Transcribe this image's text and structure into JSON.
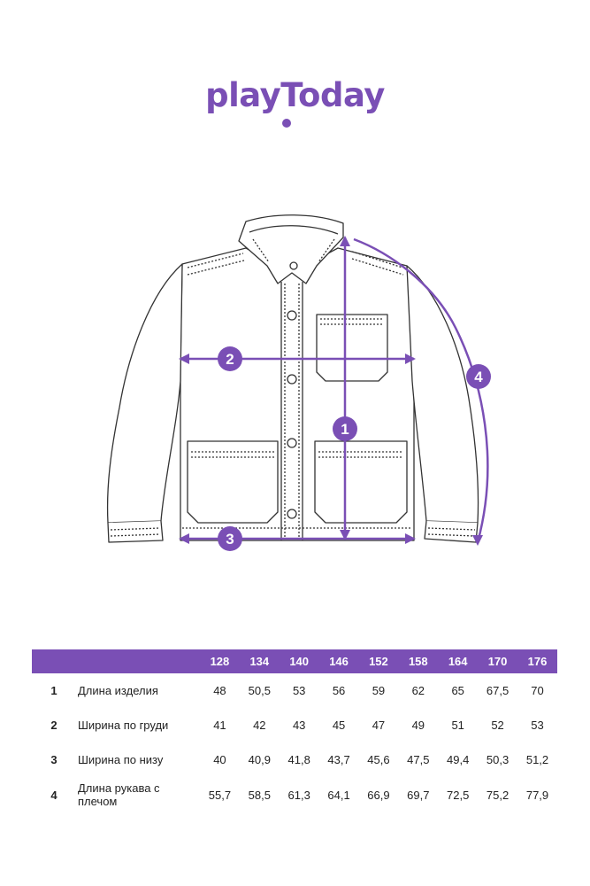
{
  "brand": {
    "logo_text": "playToday",
    "accent_color": "#7a4fb5"
  },
  "diagram": {
    "product": "jacket-technical-drawing",
    "markers": [
      "1",
      "2",
      "3",
      "4"
    ]
  },
  "size_table": {
    "sizes": [
      "128",
      "134",
      "140",
      "146",
      "152",
      "158",
      "164",
      "170",
      "176"
    ],
    "rows": [
      {
        "num": "1",
        "label": "Длина изделия",
        "values": [
          "48",
          "50,5",
          "53",
          "56",
          "59",
          "62",
          "65",
          "67,5",
          "70"
        ]
      },
      {
        "num": "2",
        "label": "Ширина по груди",
        "values": [
          "41",
          "42",
          "43",
          "45",
          "47",
          "49",
          "51",
          "52",
          "53"
        ]
      },
      {
        "num": "3",
        "label": "Ширина по низу",
        "values": [
          "40",
          "40,9",
          "41,8",
          "43,7",
          "45,6",
          "47,5",
          "49,4",
          "50,3",
          "51,2"
        ]
      },
      {
        "num": "4",
        "label": "Длина рукава с плечом",
        "values": [
          "55,7",
          "58,5",
          "61,3",
          "64,1",
          "66,9",
          "69,7",
          "72,5",
          "75,2",
          "77,9"
        ]
      }
    ]
  }
}
